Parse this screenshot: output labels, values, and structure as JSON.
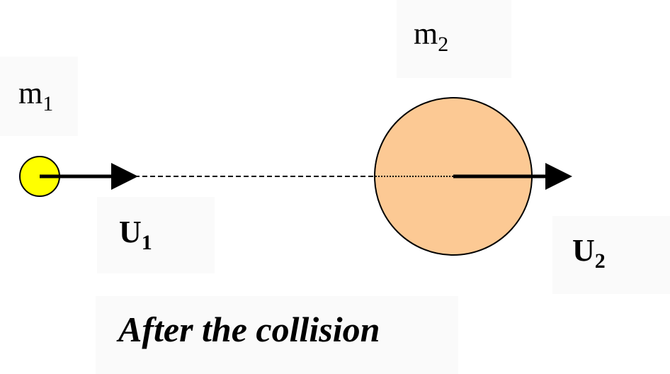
{
  "labels": {
    "m1": "m",
    "m1_sub": "1",
    "m2": "m",
    "m2_sub": "2",
    "u1": "U",
    "u1_sub": "1",
    "u2": "U",
    "u2_sub": "2"
  },
  "caption": "After the collision",
  "colors": {
    "small_ball": "#ffff00",
    "large_ball": "#fcc994"
  }
}
